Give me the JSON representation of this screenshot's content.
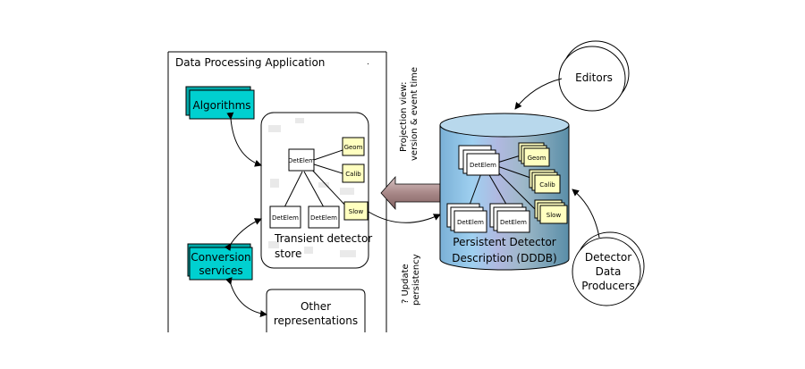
{
  "app_title": "Data Processing Application",
  "algorithms": "Algorithms",
  "conversion": {
    "line1": "Conversion",
    "line2": "services"
  },
  "other": {
    "line1": "Other",
    "line2": "representations"
  },
  "transient": {
    "line1": "Transient detector",
    "line2": "store"
  },
  "persistent": {
    "line1": "Persistent Detector",
    "line2": "Description (DDDB)"
  },
  "editors": "Editors",
  "producers": {
    "line1": "Detector",
    "line2": "Data",
    "line3": "Producers"
  },
  "projection": {
    "line1": "Projection view:",
    "line2": "version & event time"
  },
  "update": {
    "line1": "? Update",
    "line2": "persistency"
  },
  "detelem": "DetElem",
  "geom": "Geom",
  "calib": "Calib",
  "slow": "Slow",
  "colors": {
    "algorithms": "#00d0d0",
    "conversion": "#00d0d0",
    "yellow_box": "#ffffc0",
    "cylinder": "#a0c8e0",
    "arrow": "#b09090"
  }
}
